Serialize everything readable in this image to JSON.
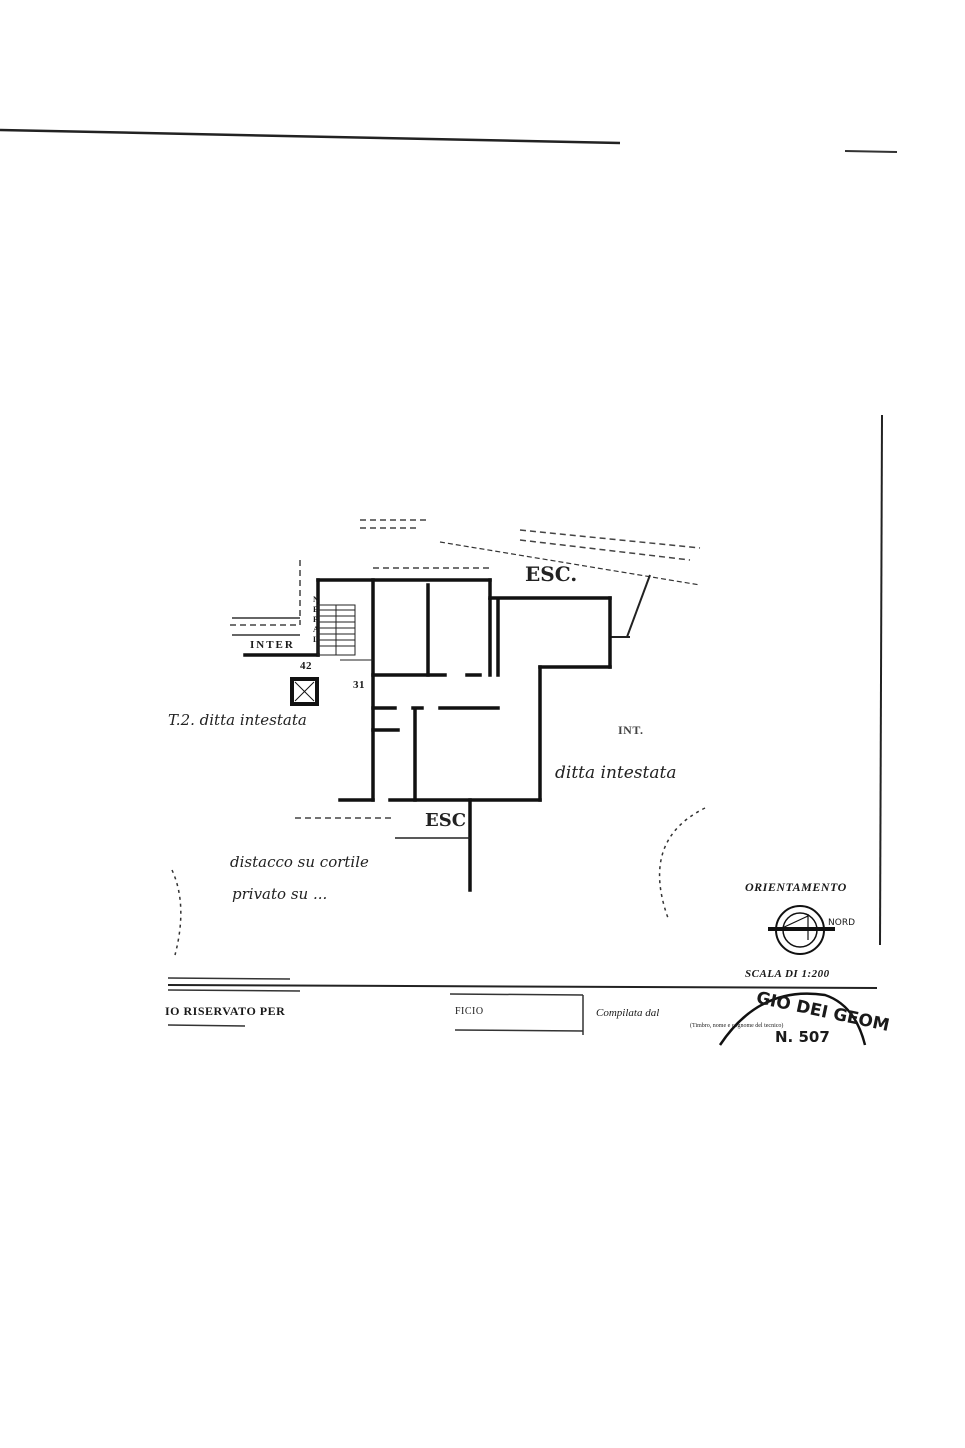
{
  "plan": {
    "labels": {
      "esc_top": "ESC.",
      "esc_bottom": "ESC",
      "inter": "INTER",
      "ne_pal": "NE PAL",
      "n42": "42",
      "n31": "31",
      "left_owner": "T.2. ditta intestata",
      "int": "INT.",
      "right_owner": "ditta intestata",
      "distacco_line1": "distacco su cortile",
      "distacco_line2": "privato su ..."
    }
  },
  "legend": {
    "orientation_title": "ORIENTAMENTO",
    "nord": "NORD",
    "scale": "SCALA DI 1:200"
  },
  "footer": {
    "reserved": "IO RISERVATO PER",
    "office": "FICIO",
    "compiled_by": "Compilata dal",
    "stamp_caption": "(Timbro, nome e cognome del tecnico)",
    "stamp_text": "GIO DEI GEOM",
    "stamp_number": "N. 507"
  },
  "colors": {
    "ink": "#1a1a1a",
    "paper": "#ffffff"
  }
}
